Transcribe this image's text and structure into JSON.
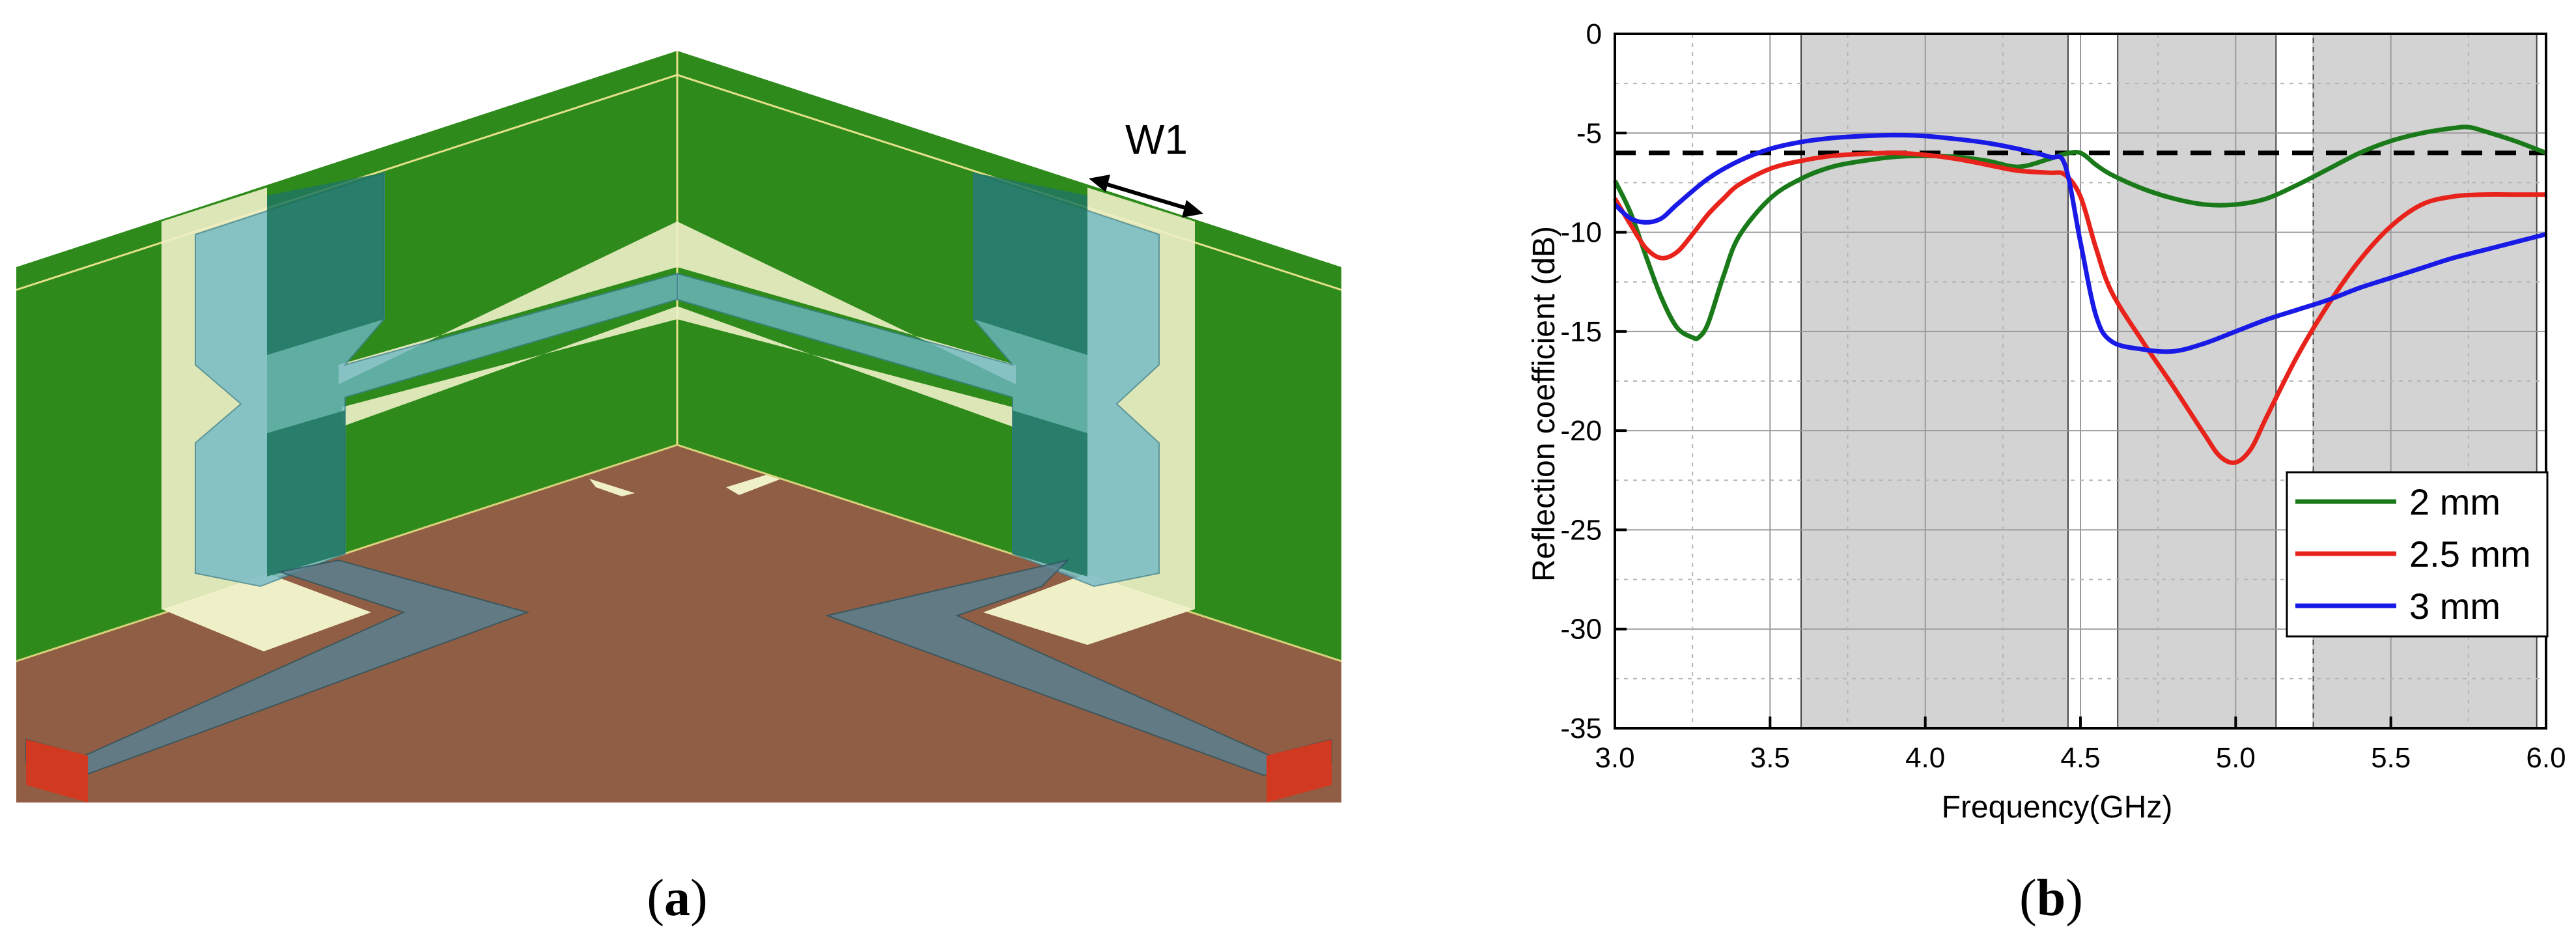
{
  "colors": {
    "substrate_green": "#2e8b1b",
    "ground_brown": "#8f5e45",
    "trace_blue": "#6fb7c8",
    "pad_cream": "#f0f0c8",
    "port_red": "#d13a20",
    "plot_shade": "#d3d3d3"
  },
  "figure_a": {
    "dimension_label": "W1",
    "caption_open": "(",
    "caption_letter": "a",
    "caption_close": ")"
  },
  "figure_b": {
    "caption_open": "(",
    "caption_letter": "b",
    "caption_close": ")"
  },
  "chart_data": {
    "type": "line",
    "xlabel": "Frequency(GHz)",
    "ylabel": "Reflection coefficient (dB)",
    "xlim": [
      3.0,
      6.0
    ],
    "ylim": [
      -35,
      0
    ],
    "x_ticks": [
      "3.0",
      "3.5",
      "4.0",
      "4.5",
      "5.0",
      "5.5",
      "6.0"
    ],
    "y_ticks": [
      "0",
      "-5",
      "-10",
      "-15",
      "-20",
      "-25",
      "-30",
      "-35"
    ],
    "grid": true,
    "legend_position": "lower-right",
    "reference_line": {
      "y": -6,
      "style": "dashed",
      "color": "#000000"
    },
    "shaded_bands": [
      [
        3.6,
        4.46
      ],
      [
        4.62,
        5.13
      ],
      [
        5.25,
        5.97
      ]
    ],
    "series": [
      {
        "name": "2 mm",
        "color": "#1a7a1a",
        "x": [
          3.0,
          3.05,
          3.1,
          3.15,
          3.2,
          3.25,
          3.27,
          3.3,
          3.35,
          3.4,
          3.5,
          3.6,
          3.7,
          3.8,
          3.9,
          4.0,
          4.1,
          4.2,
          4.3,
          4.4,
          4.45,
          4.5,
          4.55,
          4.6,
          4.7,
          4.8,
          4.9,
          5.0,
          5.1,
          5.2,
          5.3,
          5.4,
          5.5,
          5.6,
          5.7,
          5.75,
          5.8,
          5.9,
          6.0
        ],
        "y": [
          -7.4,
          -9.0,
          -11.2,
          -13.3,
          -14.8,
          -15.3,
          -15.3,
          -14.6,
          -12.2,
          -10.2,
          -8.3,
          -7.3,
          -6.7,
          -6.4,
          -6.2,
          -6.15,
          -6.2,
          -6.4,
          -6.7,
          -6.3,
          -6.05,
          -6.0,
          -6.6,
          -7.1,
          -7.8,
          -8.3,
          -8.6,
          -8.6,
          -8.3,
          -7.6,
          -6.8,
          -6.0,
          -5.4,
          -5.0,
          -4.75,
          -4.7,
          -4.9,
          -5.4,
          -6.0
        ]
      },
      {
        "name": "2.5 mm",
        "color": "#e8231b",
        "x": [
          3.0,
          3.05,
          3.1,
          3.15,
          3.2,
          3.25,
          3.3,
          3.35,
          3.4,
          3.5,
          3.6,
          3.7,
          3.8,
          3.9,
          4.0,
          4.1,
          4.2,
          4.3,
          4.4,
          4.45,
          4.5,
          4.55,
          4.6,
          4.7,
          4.8,
          4.9,
          4.95,
          5.0,
          5.05,
          5.1,
          5.2,
          5.3,
          5.4,
          5.5,
          5.6,
          5.7,
          5.8,
          5.9,
          6.0
        ],
        "y": [
          -8.3,
          -9.6,
          -10.8,
          -11.3,
          -11.0,
          -10.1,
          -9.1,
          -8.3,
          -7.6,
          -6.8,
          -6.4,
          -6.15,
          -6.05,
          -6.0,
          -6.1,
          -6.3,
          -6.6,
          -6.9,
          -7.0,
          -7.1,
          -8.2,
          -10.8,
          -13.0,
          -15.5,
          -17.8,
          -20.2,
          -21.3,
          -21.6,
          -20.9,
          -19.3,
          -16.2,
          -13.6,
          -11.4,
          -9.7,
          -8.6,
          -8.2,
          -8.1,
          -8.1,
          -8.1
        ]
      },
      {
        "name": "3 mm",
        "color": "#1a1ae6",
        "x": [
          3.0,
          3.05,
          3.1,
          3.15,
          3.2,
          3.3,
          3.4,
          3.5,
          3.6,
          3.7,
          3.8,
          3.9,
          4.0,
          4.1,
          4.2,
          4.3,
          4.4,
          4.45,
          4.5,
          4.55,
          4.6,
          4.7,
          4.8,
          4.9,
          5.0,
          5.1,
          5.2,
          5.3,
          5.4,
          5.5,
          5.6,
          5.7,
          5.8,
          5.9,
          6.0
        ],
        "y": [
          -8.6,
          -9.3,
          -9.5,
          -9.3,
          -8.6,
          -7.3,
          -6.4,
          -5.8,
          -5.45,
          -5.25,
          -5.15,
          -5.1,
          -5.15,
          -5.3,
          -5.5,
          -5.8,
          -6.2,
          -6.6,
          -10.5,
          -14.2,
          -15.5,
          -15.9,
          -16.0,
          -15.6,
          -15.0,
          -14.4,
          -13.9,
          -13.4,
          -12.8,
          -12.3,
          -11.8,
          -11.3,
          -10.9,
          -10.5,
          -10.1
        ]
      }
    ]
  }
}
